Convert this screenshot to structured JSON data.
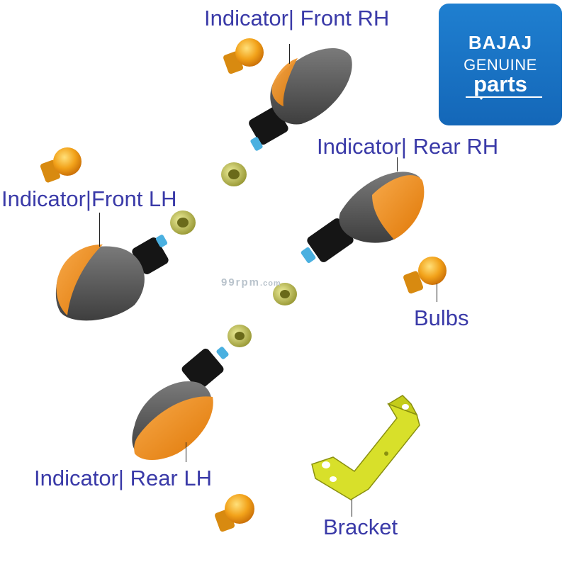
{
  "labels": {
    "front_rh": "Indicator| Front RH",
    "rear_rh": "Indicator| Rear RH",
    "front_lh": "Indicator|Front LH",
    "bulbs": "Bulbs",
    "rear_lh": "Indicator| Rear LH",
    "bracket": "Bracket"
  },
  "logo": {
    "brand": "BAJAJ",
    "line1": "GENUINE",
    "line2": "parts"
  },
  "watermark": {
    "main": "99rpm",
    "suffix": ".com"
  },
  "colors": {
    "label_text": "#3a3aa8",
    "logo_bg": "#1a74c4",
    "lens_orange": "#f08a1a",
    "housing_gray": "#5a5a5a",
    "bracket_yellow": "#d8e02a",
    "bulb_amber": "#f2a21a"
  }
}
